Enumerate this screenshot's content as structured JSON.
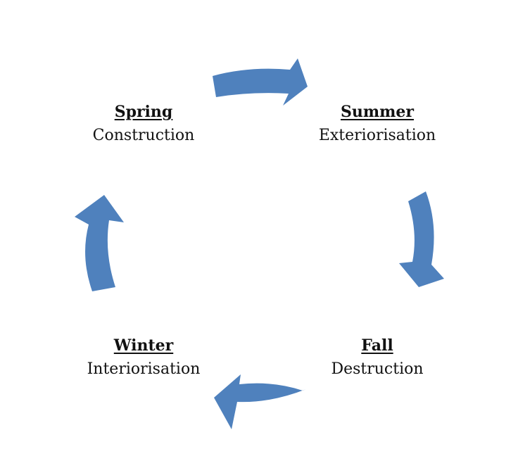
{
  "diagram": {
    "arrow_color": "#4f81bd",
    "arrow_icon": "curved-arrow",
    "seasons": [
      {
        "name": "Spring",
        "phase": "Construction"
      },
      {
        "name": "Summer",
        "phase": "Exteriorisation"
      },
      {
        "name": "Fall",
        "phase": "Destruction"
      },
      {
        "name": "Winter",
        "phase": "Interiorisation"
      }
    ]
  }
}
